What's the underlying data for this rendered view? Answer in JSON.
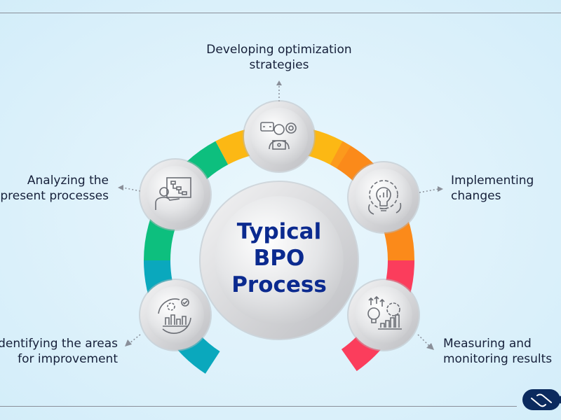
{
  "title": [
    "Typical",
    "BPO",
    "Process"
  ],
  "steps": [
    {
      "icon": "analytics-cycle-icon",
      "lines": [
        "Identifying the areas",
        "for improvement"
      ]
    },
    {
      "icon": "presenter-flowchart-icon",
      "lines": [
        "Analyzing the",
        "present processes"
      ]
    },
    {
      "icon": "developer-gear-icon",
      "lines": [
        "Developing optimization",
        "strategies"
      ]
    },
    {
      "icon": "lightbulb-gear-icon",
      "lines": [
        "Implementing",
        "changes"
      ]
    },
    {
      "icon": "growth-chart-icon",
      "lines": [
        "Measuring and",
        "monitoring results"
      ]
    }
  ],
  "colors": {
    "title": "#0b2a8f",
    "teal": "#0aa8bd",
    "green": "#0dbf7e",
    "yellow": "#fcb814",
    "orange": "#fb8a1a",
    "red": "#fb3d5c",
    "logo": "#0b2a5e"
  }
}
